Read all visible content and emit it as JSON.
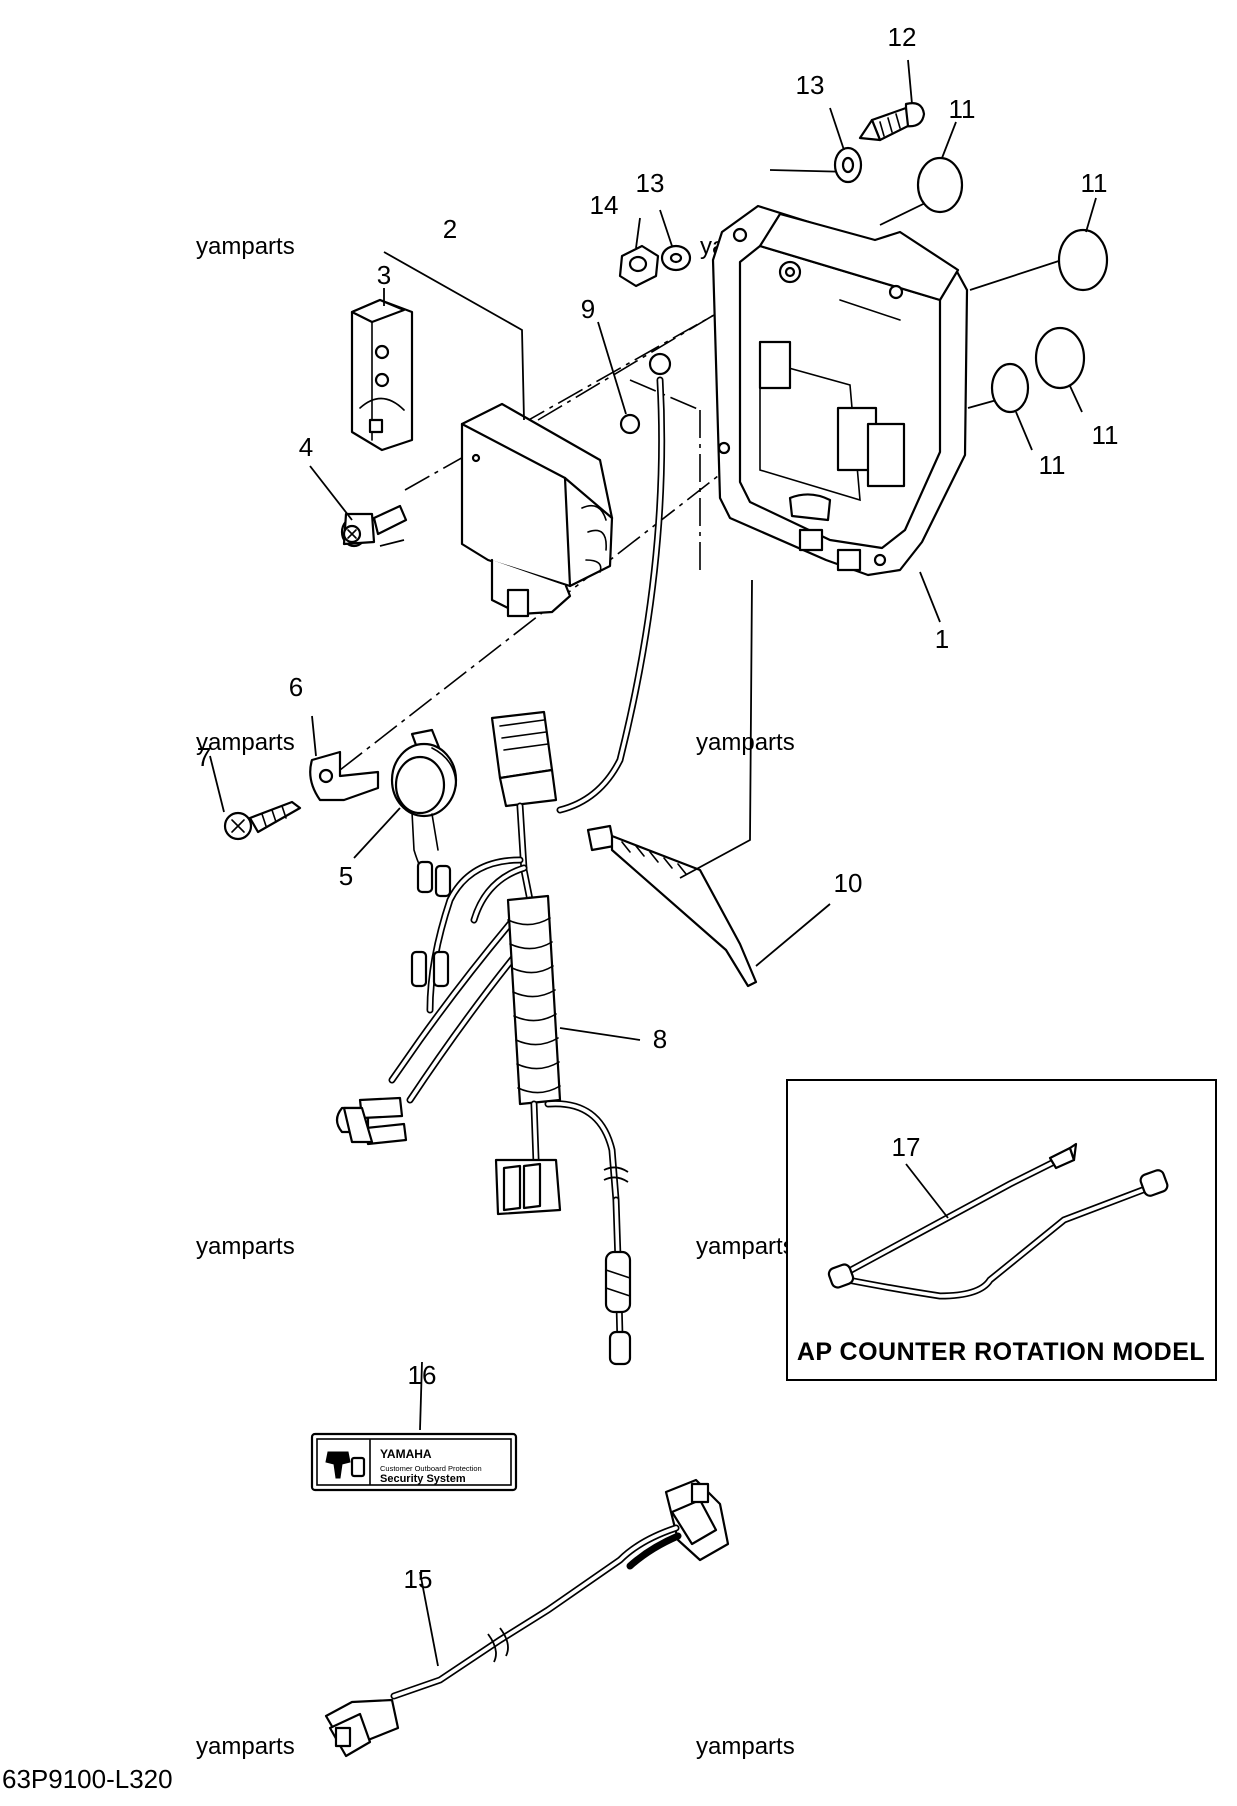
{
  "document_code": "63P9100-L320",
  "watermark_text": "yamparts",
  "callouts": {
    "p1": "1",
    "p2": "2",
    "p3": "3",
    "p4": "4",
    "p5": "5",
    "p6": "6",
    "p7": "7",
    "p8": "8",
    "p9": "9",
    "p10": "10",
    "p11a": "11",
    "p11b": "11",
    "p11c": "11",
    "p11d": "11",
    "p12": "12",
    "p13a": "13",
    "p13b": "13",
    "p14": "14",
    "p15": "15",
    "p16": "16",
    "p17": "17"
  },
  "inset": {
    "title": "AP COUNTER ROTATION MODEL"
  },
  "decal": {
    "brand": "YAMAHA",
    "line1": "Customer Outboard Protection",
    "line2": "Security System"
  }
}
